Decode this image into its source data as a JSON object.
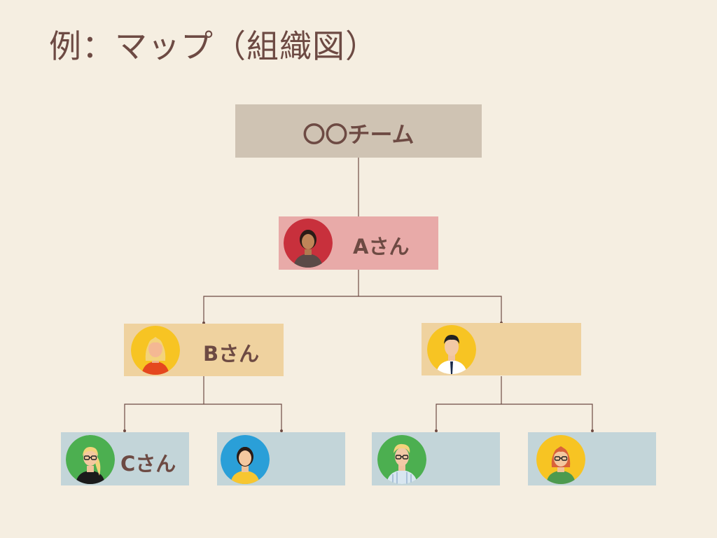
{
  "title": "例：マップ（組織図）",
  "colors": {
    "background": "#f5eee1",
    "text": "#6d4a43",
    "line": "#6d4a43",
    "team_box": "#cfc3b3",
    "level1_box": "#e8aaa8",
    "level2_box": "#efd29f",
    "level3_box": "#c3d5d9"
  },
  "team": {
    "label": "〇〇チーム"
  },
  "nodes": {
    "a": {
      "label": "Aさん",
      "avatar": "woman-dark-hair-avatar-icon"
    },
    "b": {
      "label": "Bさん",
      "avatar": "woman-blonde-avatar-icon"
    },
    "b2": {
      "label": "",
      "avatar": "man-white-shirt-tie-avatar-icon"
    },
    "c": {
      "label": "Cさん",
      "avatar": "woman-glasses-ponytail-avatar-icon"
    },
    "c2": {
      "label": "",
      "avatar": "woman-yellow-top-avatar-icon"
    },
    "c3": {
      "label": "",
      "avatar": "man-glasses-striped-shirt-avatar-icon"
    },
    "c4": {
      "label": "",
      "avatar": "woman-redhead-glasses-avatar-icon"
    }
  }
}
